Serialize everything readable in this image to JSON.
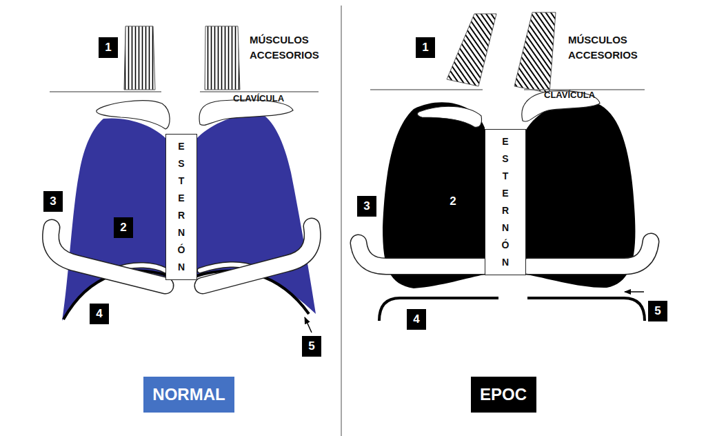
{
  "diagram": {
    "nodes": [
      {
        "text": [
          "1"
        ]
      },
      {
        "text": [
          "ESTERNÓN"
        ]
      },
      {
        "text": [
          "3"
        ]
      },
      {
        "text": [
          "2"
        ]
      },
      {
        "text": [
          "4"
        ]
      },
      {
        "text": [
          "5"
        ]
      },
      {
        "text": [
          "NORMAL"
        ]
      },
      {
        "text": [
          "1"
        ]
      },
      {
        "text": [
          "ESTERNÓN"
        ]
      },
      {
        "text": [
          "3"
        ]
      },
      {
        "text": [
          "4"
        ]
      },
      {
        "text": [
          "5"
        ]
      },
      {
        "text": [
          "EPOC"
        ]
      }
    ],
    "labels": [
      "MÚSCULOS ACCESORIOS",
      "CLAVÍCULA",
      "MÚSCULOS ACCESORIOS",
      "CLAVÍCULA",
      "2"
    ]
  }
}
